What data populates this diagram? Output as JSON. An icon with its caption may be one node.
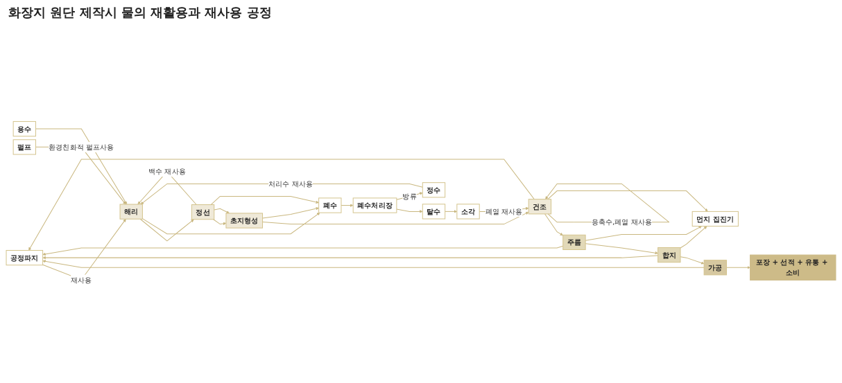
{
  "diagram": {
    "title": "화장지 원단 제작시 물의 재활용과 재사용 공정",
    "nodes": [
      {
        "text": [
          "공정파지"
        ]
      },
      {
        "text": [
          "펄프"
        ]
      },
      {
        "text": [
          "용수"
        ]
      },
      {
        "text": [
          "해리"
        ]
      },
      {
        "text": [
          "정선"
        ]
      },
      {
        "text": [
          "초지형성"
        ]
      },
      {
        "text": [
          "건조"
        ]
      },
      {
        "text": [
          "주름"
        ]
      },
      {
        "text": [
          "합지"
        ]
      },
      {
        "text": [
          "가공"
        ]
      },
      {
        "text": [
          "포장 + 선적 + 유통 + 소비"
        ]
      },
      {
        "text": [
          "먼지 집진기"
        ]
      },
      {
        "text": [
          "폐수"
        ]
      },
      {
        "text": [
          "폐수처리장"
        ]
      },
      {
        "text": [
          "탈수"
        ]
      },
      {
        "text": [
          "소각"
        ]
      },
      {
        "text": [
          "정수"
        ]
      }
    ],
    "edges": [
      {
        "from": 0,
        "to": 3,
        "arrow": "to",
        "label": "재사용"
      },
      {
        "from": 1,
        "to": 3,
        "arrow": "to",
        "label": "환경친화적 펄프사용"
      },
      {
        "from": 2,
        "to": 3,
        "arrow": "to"
      },
      {
        "from": 3,
        "to": 4,
        "arrow": "to"
      },
      {
        "from": 4,
        "to": 5,
        "arrow": "to"
      },
      {
        "from": 5,
        "to": 6,
        "arrow": "to"
      },
      {
        "from": 6,
        "to": 7,
        "arrow": "to"
      },
      {
        "from": 7,
        "to": 8,
        "arrow": "to"
      },
      {
        "from": 8,
        "to": 9,
        "arrow": "to"
      },
      {
        "from": 9,
        "to": 10,
        "arrow": "to"
      },
      {
        "from": 4,
        "to": 3,
        "arrow": "to",
        "label": "백수 재사용"
      },
      {
        "from": 4,
        "to": 5,
        "arrow": "to"
      },
      {
        "from": 3,
        "to": 12,
        "arrow": "to"
      },
      {
        "from": 4,
        "to": 12,
        "arrow": "to"
      },
      {
        "from": 5,
        "to": 12,
        "arrow": "to"
      },
      {
        "from": 12,
        "to": 13,
        "arrow": "to"
      },
      {
        "from": 13,
        "to": 14,
        "arrow": "to"
      },
      {
        "from": 14,
        "to": 15,
        "arrow": "to"
      },
      {
        "from": 13,
        "to": 16,
        "arrow": "to",
        "label": "방류"
      },
      {
        "from": 16,
        "to": 3,
        "arrow": "to",
        "label": "처리수 재사용"
      },
      {
        "from": 15,
        "to": 6,
        "arrow": "to",
        "label": "폐열 재사용"
      },
      {
        "from": 6,
        "to": 6,
        "arrow": "to",
        "label": "응축수,폐열 재사용"
      },
      {
        "from": 6,
        "to": 11,
        "arrow": "to"
      },
      {
        "from": 7,
        "to": 11,
        "arrow": "to"
      },
      {
        "from": 8,
        "to": 11,
        "arrow": "to"
      },
      {
        "from": 6,
        "to": 0,
        "arrow": "to"
      },
      {
        "from": 7,
        "to": 0,
        "arrow": "to"
      },
      {
        "from": 8,
        "to": 0,
        "arrow": "to"
      },
      {
        "from": 9,
        "to": 0,
        "arrow": "to"
      }
    ]
  }
}
